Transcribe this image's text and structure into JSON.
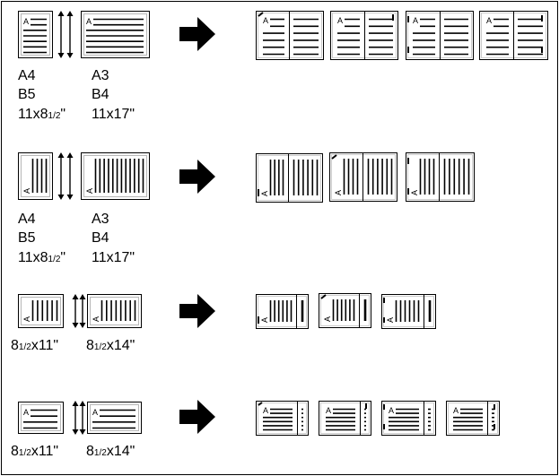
{
  "page_letter": "A",
  "sections": [
    {
      "name": "landscape-large",
      "left_labels": [
        "A4",
        "B5"
      ],
      "left_fraction": {
        "pre": "11x8",
        "frac": "1/2",
        "post": "\""
      },
      "right_labels": [
        "A3",
        "B4",
        "11x17\""
      ]
    },
    {
      "name": "portrait-large",
      "left_labels": [
        "A4",
        "B5"
      ],
      "left_fraction": {
        "pre": "11x8",
        "frac": "1/2",
        "post": "\""
      },
      "right_labels": [
        "A3",
        "B4",
        "11x17\""
      ]
    },
    {
      "name": "portrait-small",
      "left_fraction": {
        "pre": "8",
        "frac": "1/2",
        "post": "x11\""
      },
      "right_fraction": {
        "pre": "8",
        "frac": "1/2",
        "post": "x14\""
      }
    },
    {
      "name": "landscape-small",
      "left_fraction": {
        "pre": "8",
        "frac": "1/2",
        "post": "x11\""
      },
      "right_fraction": {
        "pre": "8",
        "frac": "1/2",
        "post": "x14\""
      }
    }
  ]
}
